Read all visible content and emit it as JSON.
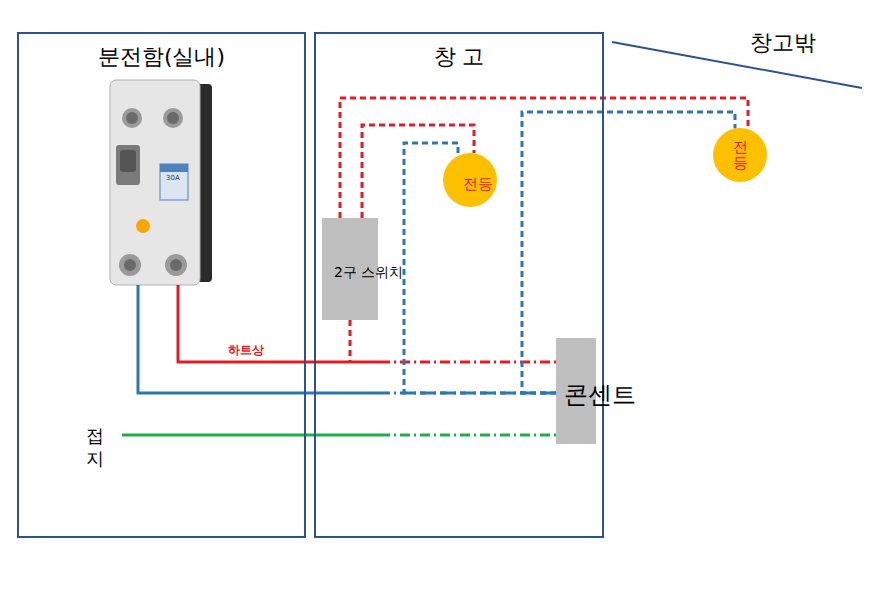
{
  "diagram": {
    "nodes": [
      {
        "text": [
          "분전함(실내)"
        ]
      },
      {
        "text": [
          "창 고"
        ]
      },
      {
        "text": [
          "2구 스위치"
        ],
        "in": 1
      },
      {
        "text": [
          "전등"
        ],
        "in": 1
      },
      {
        "text": [
          "콘센트"
        ],
        "in": 1
      },
      {
        "text": [
          "전등"
        ]
      }
    ],
    "edges": [
      {
        "from": 2,
        "to": 3,
        "arrow": "none"
      },
      {
        "from": 2,
        "to": 5,
        "arrow": "none"
      },
      {
        "from": 4,
        "to": 3,
        "arrow": "none"
      },
      {
        "from": 4,
        "to": 5,
        "arrow": "none"
      }
    ],
    "labels": [
      "창고밖",
      "30A",
      "하트상",
      "접지"
    ]
  }
}
